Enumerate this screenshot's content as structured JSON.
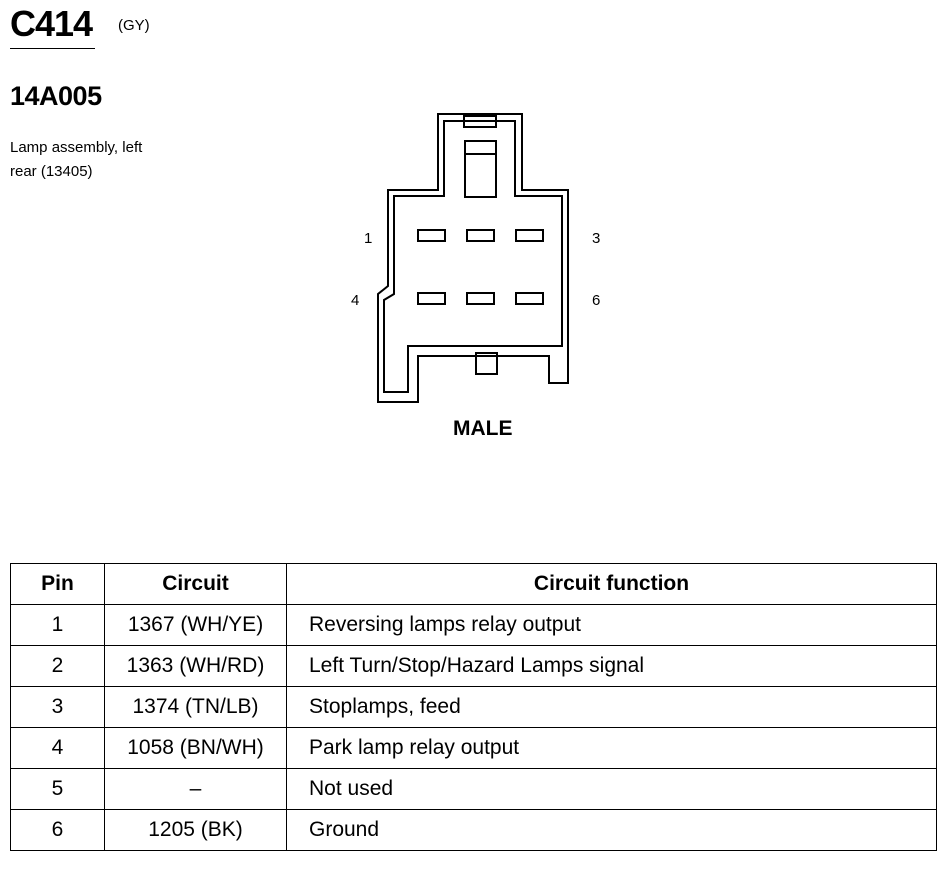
{
  "header": {
    "connector_id": "C414",
    "color_code": "(GY)",
    "part_number": "14A005",
    "description_line1": "Lamp assembly, left",
    "description_line2": "rear (13405)"
  },
  "diagram": {
    "pin_labels": [
      "1",
      "3",
      "4",
      "6"
    ],
    "gender": "MALE"
  },
  "table": {
    "headers": [
      "Pin",
      "Circuit",
      "Circuit function"
    ],
    "rows": [
      {
        "pin": "1",
        "circuit": "1367 (WH/YE)",
        "function": "Reversing lamps relay output"
      },
      {
        "pin": "2",
        "circuit": "1363 (WH/RD)",
        "function": "Left Turn/Stop/Hazard Lamps signal"
      },
      {
        "pin": "3",
        "circuit": "1374 (TN/LB)",
        "function": "Stoplamps, feed"
      },
      {
        "pin": "4",
        "circuit": "1058 (BN/WH)",
        "function": "Park lamp relay output"
      },
      {
        "pin": "5",
        "circuit": "–",
        "function": "Not used"
      },
      {
        "pin": "6",
        "circuit": "1205 (BK)",
        "function": "Ground"
      }
    ]
  }
}
